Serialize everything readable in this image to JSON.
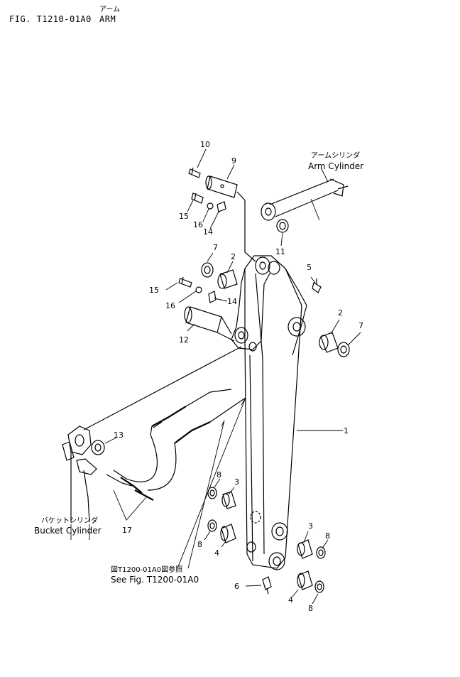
{
  "header": {
    "figure": "FIG. T1210-01A0",
    "title_jp": "アーム",
    "title_en": "ARM"
  },
  "labels": {
    "arm_cylinder_jp": "アームシリンダ",
    "arm_cylinder_en": "Arm Cylinder",
    "bucket_cylinder_jp": "バケットシリンダ",
    "bucket_cylinder_en": "Bucket Cylinder",
    "see_fig_jp": "図T1200-01A0図参照",
    "see_fig_en": "See Fig. T1200-01A0"
  },
  "callouts": {
    "c1": "1",
    "c2a": "2",
    "c2b": "2",
    "c3a": "3",
    "c3b": "3",
    "c4a": "4",
    "c4b": "4",
    "c5": "5",
    "c6": "6",
    "c7a": "7",
    "c7b": "7",
    "c8a": "8",
    "c8b": "8",
    "c8c": "8",
    "c8d": "8",
    "c9": "9",
    "c10": "10",
    "c11": "11",
    "c12": "12",
    "c13": "13",
    "c14a": "14",
    "c14b": "14",
    "c15a": "15",
    "c15b": "15",
    "c16a": "16",
    "c16b": "16",
    "c17": "17"
  }
}
